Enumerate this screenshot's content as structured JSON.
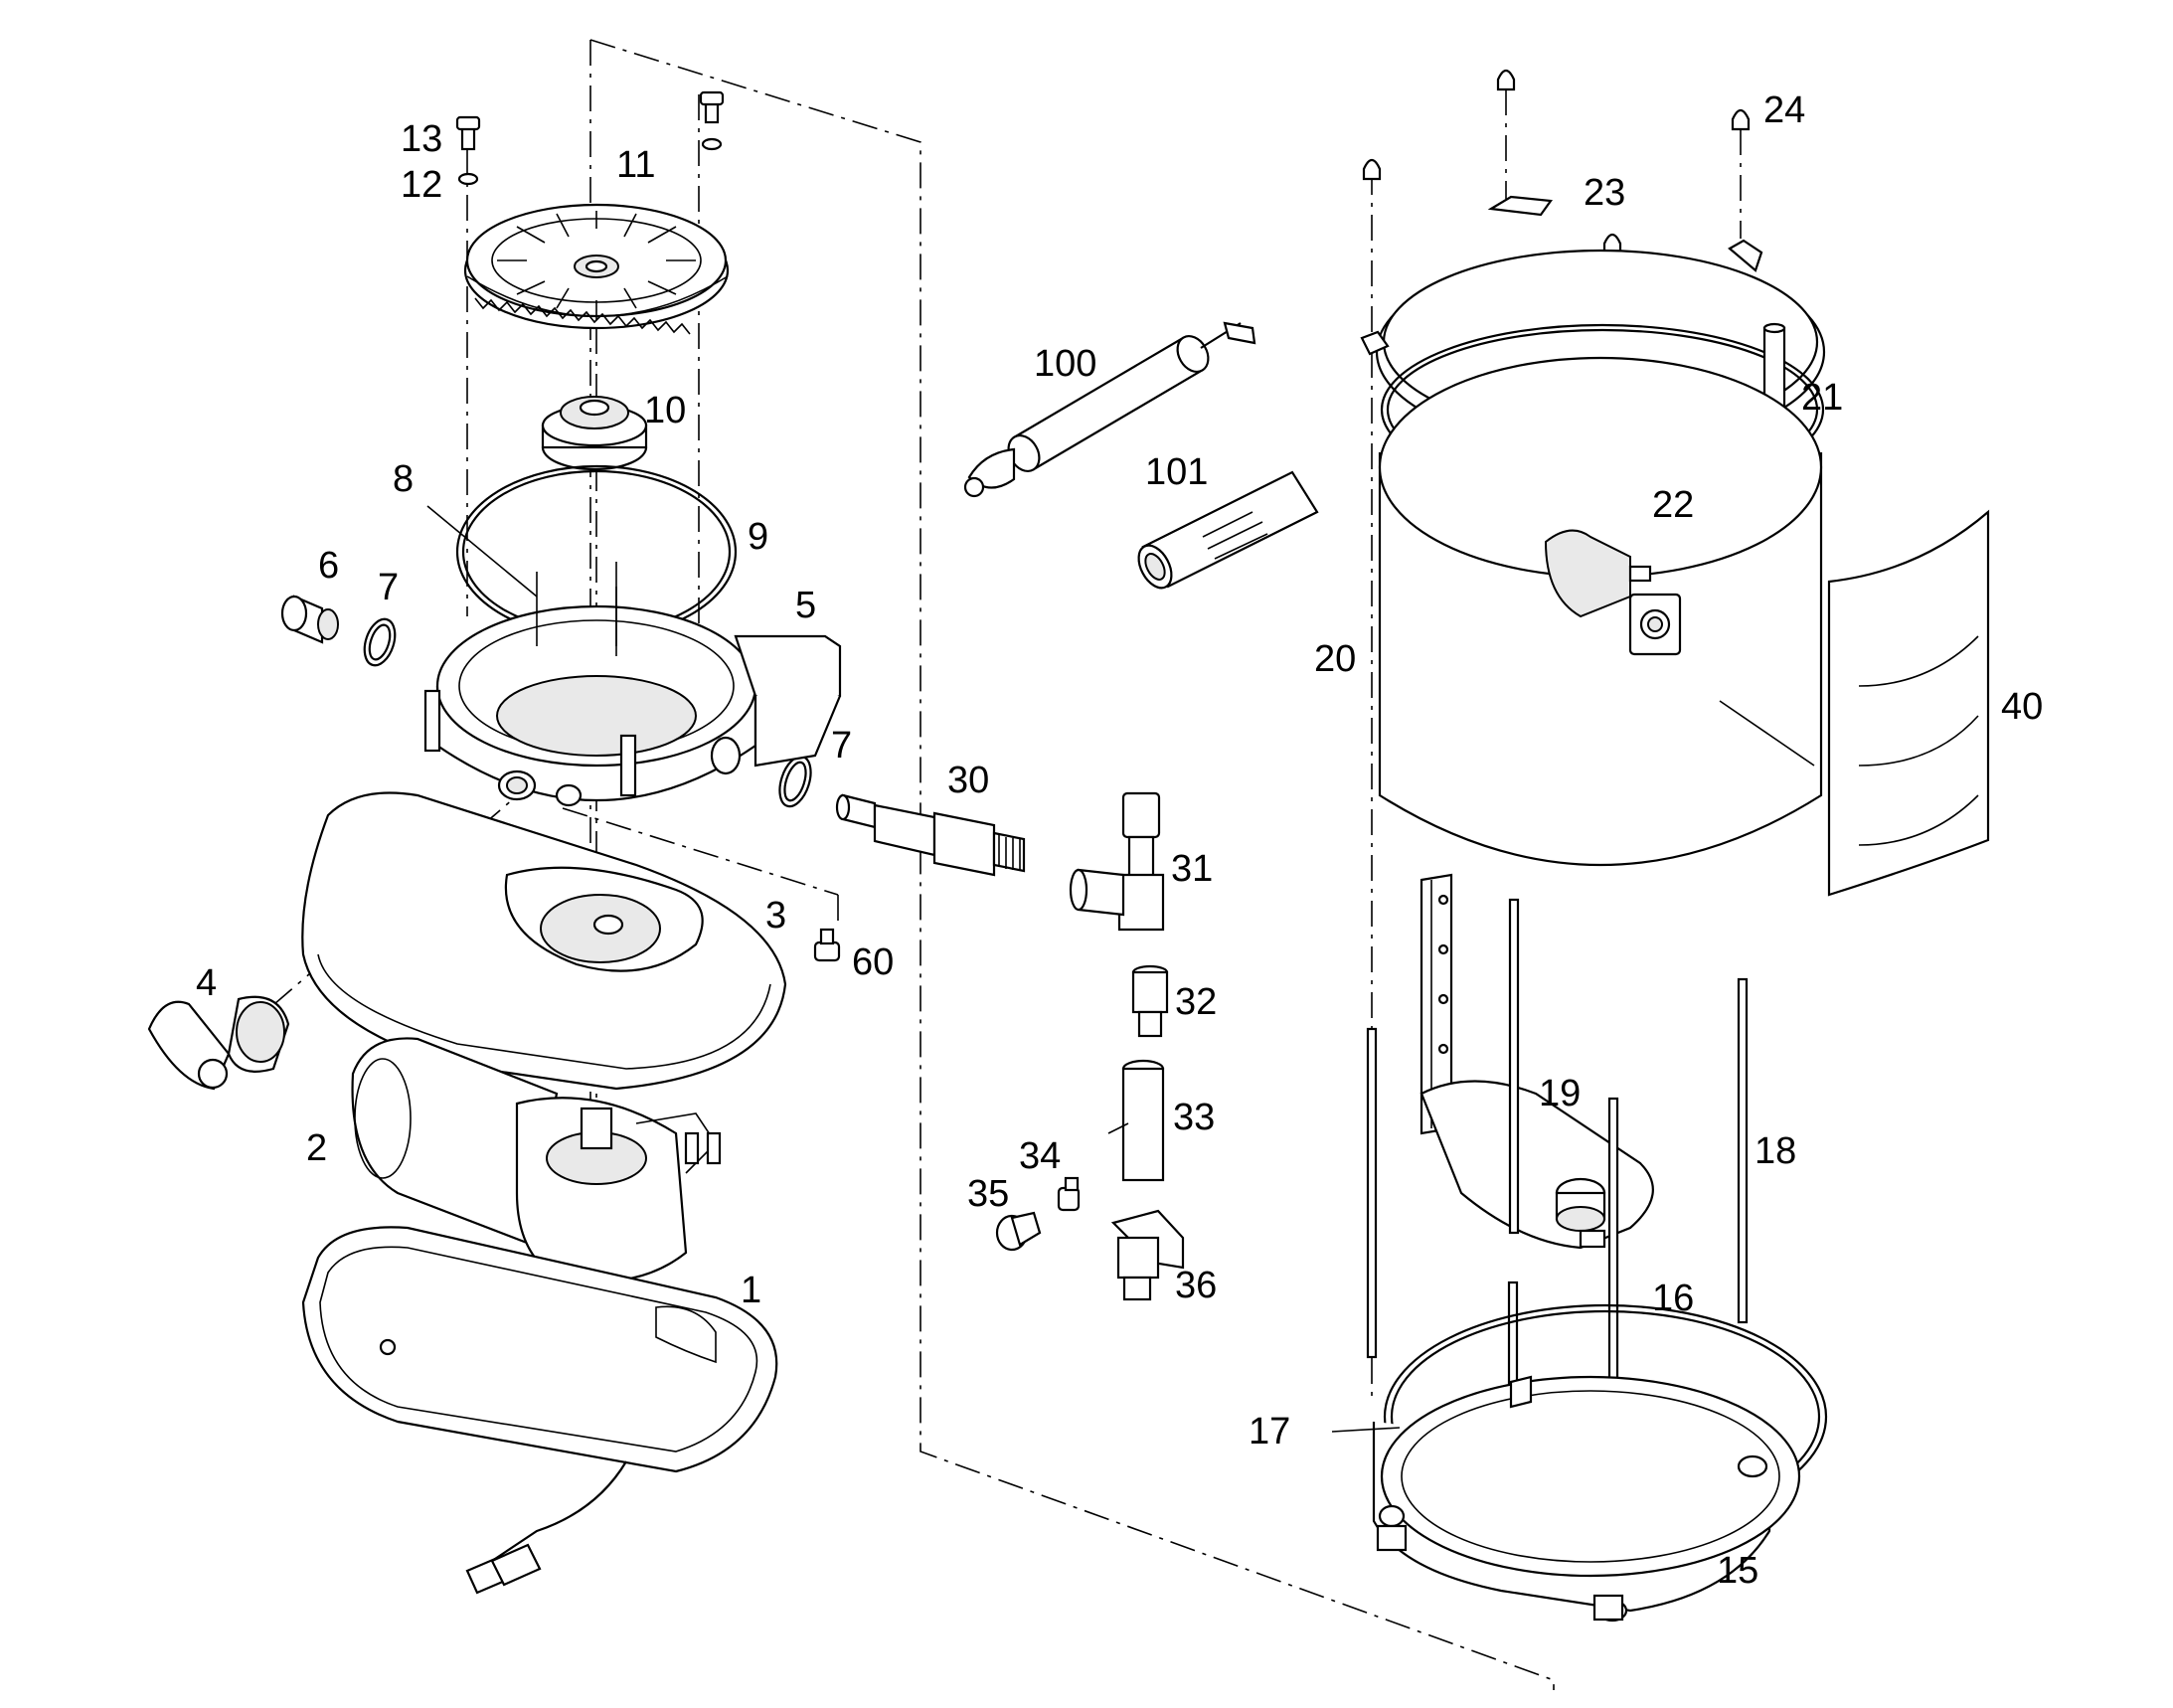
{
  "diagram": {
    "type": "exploded-parts-diagram",
    "callouts": [
      {
        "id": "c13",
        "text": "13"
      },
      {
        "id": "c12",
        "text": "12"
      },
      {
        "id": "c11",
        "text": "11"
      },
      {
        "id": "c10",
        "text": "10"
      },
      {
        "id": "c8",
        "text": "8"
      },
      {
        "id": "c9",
        "text": "9"
      },
      {
        "id": "c6",
        "text": "6"
      },
      {
        "id": "c7a",
        "text": "7"
      },
      {
        "id": "c5",
        "text": "5"
      },
      {
        "id": "c7b",
        "text": "7"
      },
      {
        "id": "c30",
        "text": "30"
      },
      {
        "id": "c31",
        "text": "31"
      },
      {
        "id": "c3",
        "text": "3"
      },
      {
        "id": "c60",
        "text": "60"
      },
      {
        "id": "c4",
        "text": "4"
      },
      {
        "id": "c32",
        "text": "32"
      },
      {
        "id": "c33",
        "text": "33"
      },
      {
        "id": "c34",
        "text": "34"
      },
      {
        "id": "c35",
        "text": "35"
      },
      {
        "id": "c36",
        "text": "36"
      },
      {
        "id": "c2",
        "text": "2"
      },
      {
        "id": "c1",
        "text": "1"
      },
      {
        "id": "c100",
        "text": "100"
      },
      {
        "id": "c101",
        "text": "101"
      },
      {
        "id": "c24",
        "text": "24"
      },
      {
        "id": "c23",
        "text": "23"
      },
      {
        "id": "c21",
        "text": "21"
      },
      {
        "id": "c22",
        "text": "22"
      },
      {
        "id": "c20",
        "text": "20"
      },
      {
        "id": "c40",
        "text": "40"
      },
      {
        "id": "c19",
        "text": "19"
      },
      {
        "id": "c18",
        "text": "18"
      },
      {
        "id": "c16",
        "text": "16"
      },
      {
        "id": "c17",
        "text": "17"
      },
      {
        "id": "c15",
        "text": "15"
      }
    ]
  }
}
